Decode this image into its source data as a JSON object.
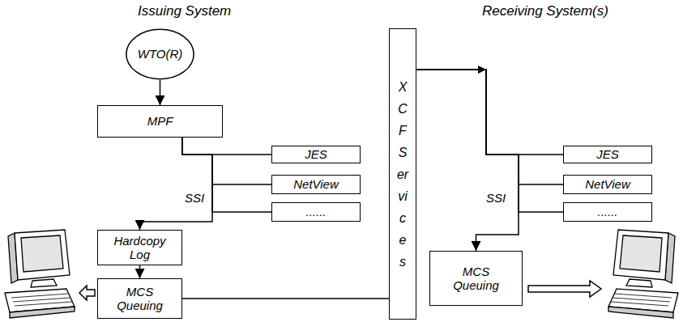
{
  "diagram": {
    "nodes": [
      {
        "text": [
          "WTO(R)"
        ]
      },
      {
        "text": [
          "MPF"
        ]
      },
      {
        "text": [
          "JES"
        ]
      },
      {
        "text": [
          "NetView"
        ]
      },
      {
        "text": [
          "......"
        ]
      },
      {
        "text": [
          "Hardcopy Log"
        ]
      },
      {
        "text": [
          "MCS Queuing"
        ]
      },
      {
        "text": [
          "XCF Services"
        ]
      },
      {
        "text": [
          "JES"
        ]
      },
      {
        "text": [
          "NetView"
        ]
      },
      {
        "text": [
          "......"
        ]
      },
      {
        "text": [
          "MCS Queuing"
        ]
      }
    ],
    "edges": [
      {
        "from": 0,
        "to": 1,
        "arrow": "to"
      },
      {
        "from": 1,
        "to": 2,
        "arrow": "none"
      },
      {
        "from": 1,
        "to": 3,
        "arrow": "none"
      },
      {
        "from": 1,
        "to": 4,
        "arrow": "none"
      },
      {
        "from": 1,
        "to": 5,
        "arrow": "to"
      },
      {
        "from": 5,
        "to": 6,
        "arrow": "to"
      },
      {
        "from": 6,
        "to": 7,
        "arrow": "none"
      },
      {
        "from": 7,
        "to": 8,
        "arrow": "none"
      },
      {
        "from": 7,
        "to": 9,
        "arrow": "none"
      },
      {
        "from": 7,
        "to": 10,
        "arrow": "none"
      },
      {
        "from": 7,
        "to": 11,
        "arrow": "to"
      }
    ],
    "labels": [
      "Issuing System",
      "Receiving System(s)",
      "SSI",
      "SSI"
    ]
  }
}
